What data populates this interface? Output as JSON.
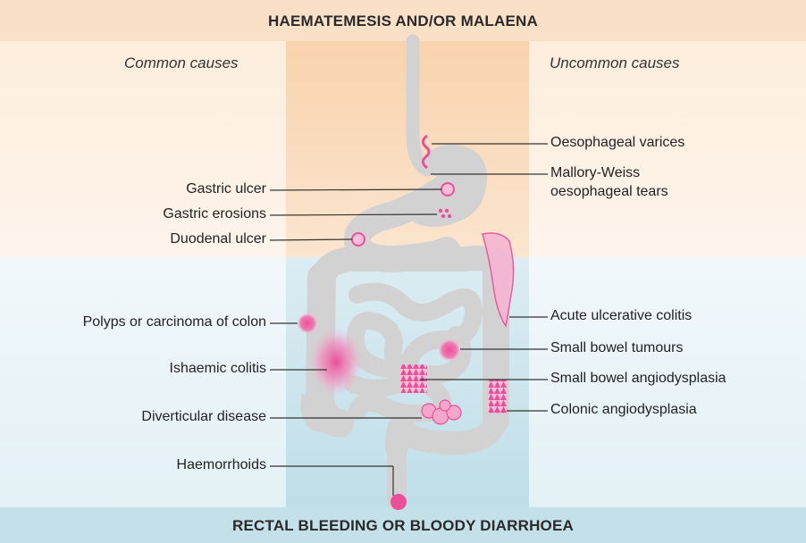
{
  "header": {
    "title": "HAEMATEMESIS AND/OR MALAENA"
  },
  "footer": {
    "title": "RECTAL BLEEDING OR BLOODY DIARRHOEA"
  },
  "columns": {
    "left": "Common causes",
    "right": "Uncommon causes"
  },
  "labels_left": [
    "Gastric ulcer",
    "Gastric erosions",
    "Duodenal ulcer",
    "Polyps or carcinoma of colon",
    "Ishaemic colitis",
    "Diverticular disease",
    "Haemorrhoids"
  ],
  "labels_right": [
    "Oesophageal varices",
    "Mallory-Weiss",
    "oesophageal tears",
    "Acute ulcerative colitis",
    "Small bowel tumours",
    "Small bowel angiodysplasia",
    "Colonic angiodysplasia"
  ],
  "colors": {
    "upper_band": "#fbe0c8",
    "lower_band": "#c4e0e8",
    "gut": "#d2d2d2",
    "lesion": "#ec4f9a",
    "lesion_light": "#f6b5d3",
    "leader_line": "#333333"
  }
}
